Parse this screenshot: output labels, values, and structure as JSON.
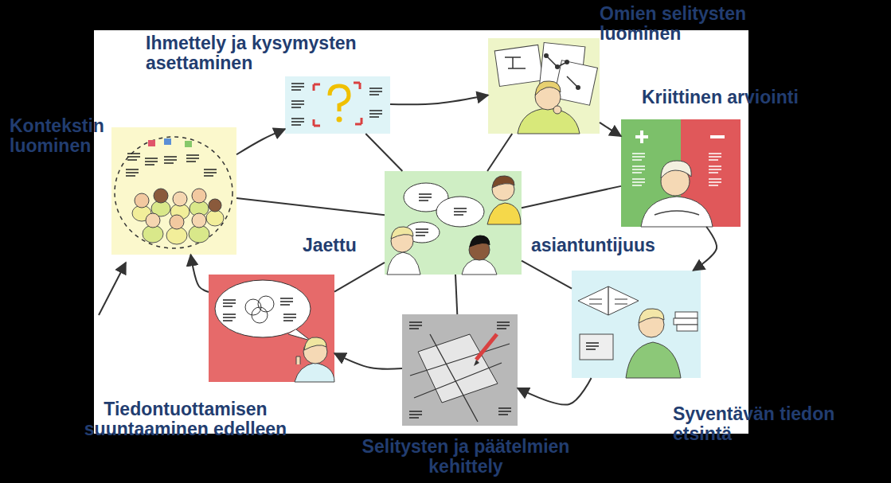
{
  "diagram": {
    "nodes": [
      {
        "text": [
          "Ihmettely ja kysymysten asettaminen"
        ]
      },
      {
        "text": [
          "Omien selitysten luominen"
        ]
      },
      {
        "text": [
          "Kontekstin luominen"
        ]
      },
      {
        "text": [
          "Kriittinen arviointi"
        ]
      },
      {
        "text": [
          "Jaettu",
          "asiantuntijuus"
        ]
      },
      {
        "text": [
          "Syventävän tiedon etsintä"
        ]
      },
      {
        "text": [
          "Tiedontuottamisen suuntaaminen edelleen"
        ]
      },
      {
        "text": [
          "Selitysten ja päätelmien kehittely"
        ]
      }
    ],
    "edges": [
      {
        "from": 2,
        "to": 0,
        "arrow": "to"
      },
      {
        "from": 0,
        "to": 1,
        "arrow": "to"
      },
      {
        "from": 1,
        "to": 3,
        "arrow": "to"
      },
      {
        "from": 3,
        "to": 5,
        "arrow": "to"
      },
      {
        "from": 5,
        "to": 7,
        "arrow": "to"
      },
      {
        "from": 7,
        "to": 6,
        "arrow": "to"
      },
      {
        "from": 6,
        "to": 2,
        "arrow": "to"
      },
      {
        "from": 4,
        "to": 0,
        "arrow": "none"
      },
      {
        "from": 4,
        "to": 1,
        "arrow": "none"
      },
      {
        "from": 4,
        "to": 3,
        "arrow": "none"
      },
      {
        "from": 4,
        "to": 5,
        "arrow": "none"
      },
      {
        "from": 4,
        "to": 7,
        "arrow": "none"
      },
      {
        "from": 4,
        "to": 6,
        "arrow": "none"
      },
      {
        "from": 4,
        "to": 2,
        "arrow": "none"
      }
    ]
  }
}
